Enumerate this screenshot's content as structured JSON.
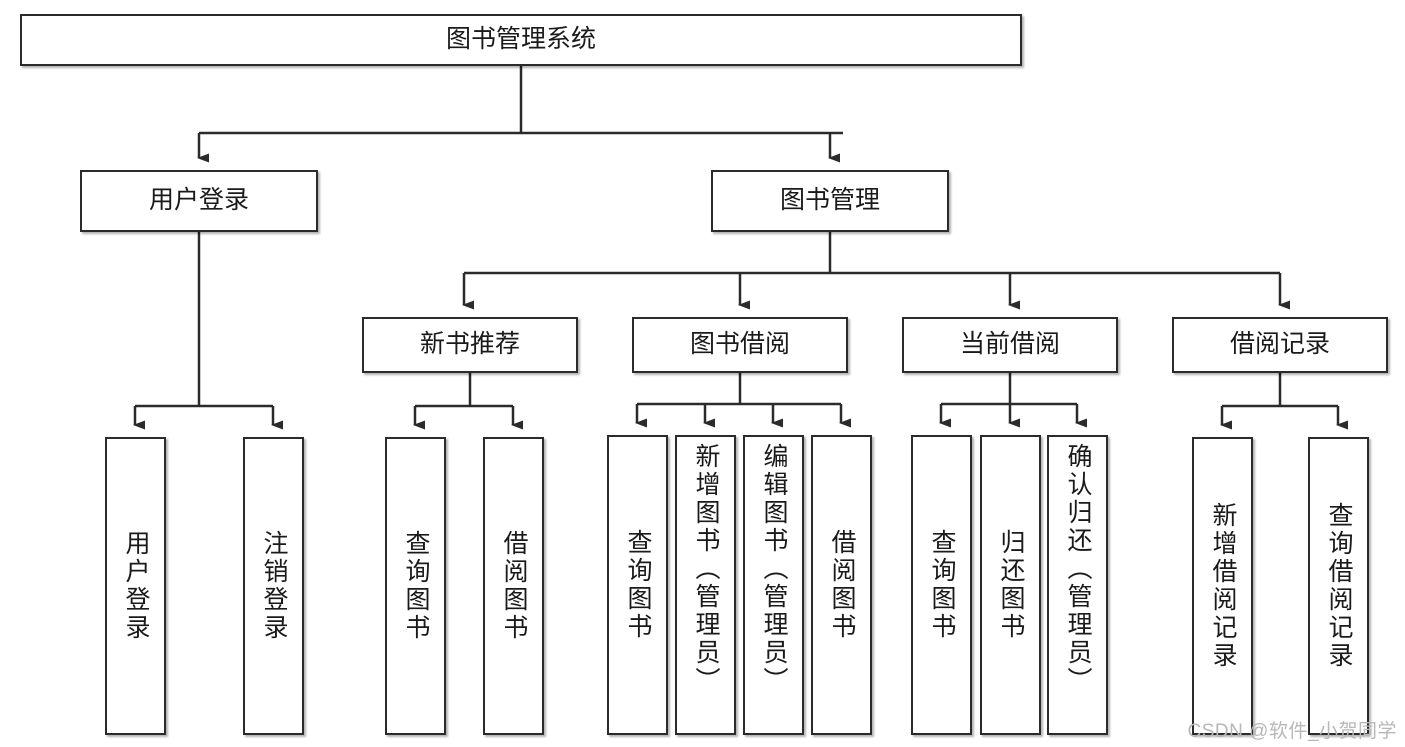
{
  "diagram": {
    "title": "图书管理系统",
    "type": "功能结构图",
    "root": {
      "id": "root",
      "label": "图书管理系统"
    },
    "level2": [
      {
        "id": "user-login",
        "label": "用户登录"
      },
      {
        "id": "book-manage",
        "label": "图书管理"
      }
    ],
    "level3": [
      {
        "id": "new-book-recommend",
        "label": "新书推荐"
      },
      {
        "id": "book-borrow",
        "label": "图书借阅"
      },
      {
        "id": "current-borrow",
        "label": "当前借阅"
      },
      {
        "id": "borrow-record",
        "label": "借阅记录"
      }
    ],
    "leaves": {
      "user_login": [
        {
          "id": "leaf-user-login",
          "label": "用户登录"
        },
        {
          "id": "leaf-logout",
          "label": "注销登录"
        }
      ],
      "new_book_recommend": [
        {
          "id": "leaf-query-book-1",
          "label": "查询图书"
        },
        {
          "id": "leaf-borrow-book-1",
          "label": "借阅图书"
        }
      ],
      "book_borrow": [
        {
          "id": "leaf-query-book-2",
          "label": "查询图书"
        },
        {
          "id": "leaf-add-book",
          "label": "新增图书（管理员）"
        },
        {
          "id": "leaf-edit-book",
          "label": "编辑图书（管理员）"
        },
        {
          "id": "leaf-borrow-book-2",
          "label": "借阅图书"
        }
      ],
      "current_borrow": [
        {
          "id": "leaf-query-book-3",
          "label": "查询图书"
        },
        {
          "id": "leaf-return-book",
          "label": "归还图书"
        },
        {
          "id": "leaf-confirm-return",
          "label": "确认归还（管理员）"
        }
      ],
      "borrow_record": [
        {
          "id": "leaf-add-record",
          "label": "新增借阅记录"
        },
        {
          "id": "leaf-query-record",
          "label": "查询借阅记录"
        }
      ]
    }
  },
  "watermark": {
    "text": "CSDN @软件_小贺同学"
  },
  "colors": {
    "node_border": "#2b2b2b",
    "node_fill": "#ffffff",
    "edge": "#2b2b2b",
    "text": "#1a1a1a",
    "watermark": "#b8b8b8",
    "background": "#ffffff"
  }
}
